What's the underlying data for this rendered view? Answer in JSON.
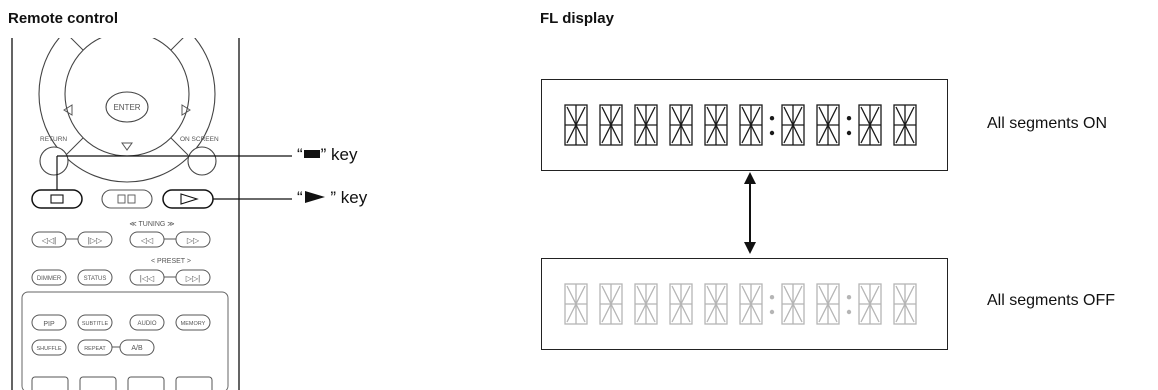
{
  "remote": {
    "title": "Remote control",
    "buttons": {
      "enter": "ENTER",
      "return": "RETURN",
      "on_screen": "ON SCREEN",
      "tuning": "TUNING",
      "preset": "PRESET",
      "dimmer": "DIMMER",
      "status": "STATUS",
      "pip": "PIP",
      "subtitle": "SUBTITLE",
      "audio": "AUDIO",
      "memory": "MEMORY",
      "shuffle": "SHUFFLE",
      "repeat": "REPEAT",
      "ab": "A/B"
    },
    "callouts": {
      "stop_prefix": "“",
      "stop_suffix": "” key",
      "play_prefix": "“",
      "play_suffix": " ” key"
    }
  },
  "fl_display": {
    "title": "FL display",
    "on_label": "All segments ON",
    "off_label": "All segments OFF",
    "digit_groups": [
      6,
      2,
      2
    ],
    "on_color": "#1a1a1a",
    "off_color": "#b5b5b5"
  }
}
